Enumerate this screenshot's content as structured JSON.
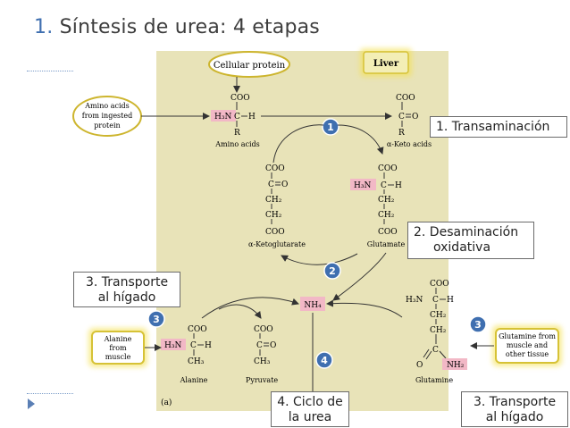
{
  "slide": {
    "title_number": "1.",
    "title_text": "Síntesis de urea: 4 etapas"
  },
  "figure": {
    "cellular_protein": "Cellular protein",
    "liver": "Liver",
    "amino_acids_source": [
      "Amino acids",
      "from ingested",
      "protein"
    ],
    "coo": "COO",
    "h3n": "H₃N",
    "c": "C",
    "h": "H",
    "r": "R",
    "o": "O",
    "ch2": "CH₂",
    "ch3": "CH₃",
    "nh2": "NH₂",
    "amino_acids": "Amino acids",
    "keto_acids": "α-Keto acids",
    "alpha_ketoglutarate": "α-Ketoglutarate",
    "glutamate": "Glutamate",
    "nh4": "NH₄",
    "alanine_source": [
      "Alanine",
      "from",
      "muscle"
    ],
    "glutamine_source": [
      "Glutamine from",
      "muscle and",
      "other tissue"
    ],
    "alanine": "Alanine",
    "pyruvate": "Pyruvate",
    "glutamine": "Glutamine",
    "panel_label": "(a)",
    "step1": "1",
    "step2": "2",
    "step3": "3",
    "step4": "4",
    "colors": {
      "panel": "#e8e3b8",
      "highlight": "#f2b8c6",
      "badge": "#3f6fb0",
      "glow": "#f4e04d",
      "ring": "#d6c236"
    }
  },
  "callouts": {
    "transaminacion": "1. Transaminación",
    "desaminacion_l1": "2. Desaminación",
    "desaminacion_l2": "oxidativa",
    "transporte_a_l1": "3. Transporte",
    "transporte_a_l2": "al hígado",
    "ciclo_l1": "4. Ciclo de",
    "ciclo_l2": "la urea",
    "transporte_b_l1": "3. Transporte",
    "transporte_b_l2": "al hígado"
  }
}
